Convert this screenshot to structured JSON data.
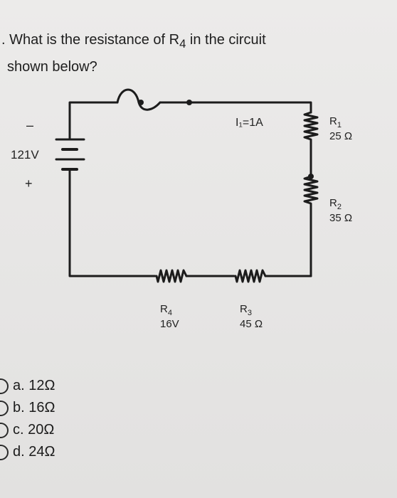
{
  "question": {
    "line1": ". What is the resistance of R",
    "line1_sub": "4",
    "line1_tail": " in the circuit",
    "line2": "shown below?"
  },
  "circuit": {
    "battery": {
      "neg": "–",
      "voltage": "121V",
      "pos": "+"
    },
    "current_label": "I₁=1A",
    "r1": {
      "name": "R",
      "sub": "1",
      "value": "25 Ω"
    },
    "r2": {
      "name": "R",
      "sub": "2",
      "value": "35 Ω"
    },
    "r3": {
      "name": "R",
      "sub": "3",
      "value": "45 Ω"
    },
    "r4": {
      "name": "R",
      "sub": "4",
      "value": "16V"
    }
  },
  "options": [
    {
      "label": "a. 12Ω"
    },
    {
      "label": "b. 16Ω"
    },
    {
      "label": "c. 20Ω"
    },
    {
      "label": "d. 24Ω"
    }
  ]
}
